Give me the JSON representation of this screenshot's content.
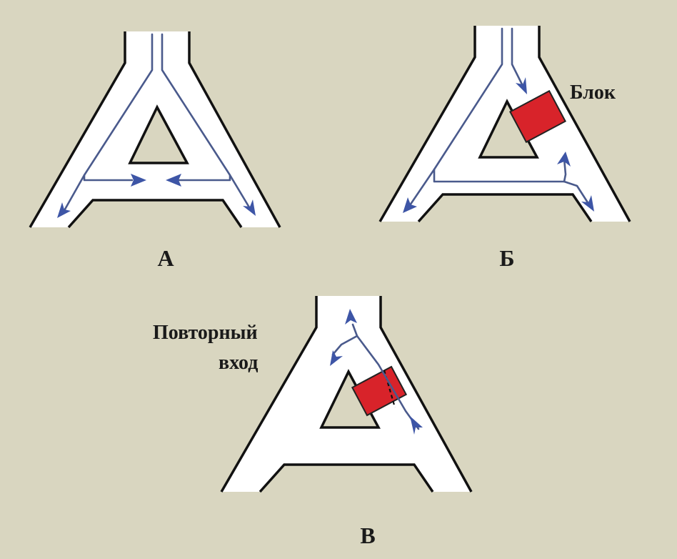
{
  "panels": {
    "a": {
      "label": "А"
    },
    "b": {
      "label": "Б",
      "block_label": "Блок"
    },
    "v": {
      "label": "В",
      "reentry_label_line1": "Повторный",
      "reentry_label_line2": "вход"
    }
  },
  "colors": {
    "background": "#d9d6c0",
    "conduit": "#ffffff",
    "outline": "#111111",
    "arrow": "#3d55a6",
    "block": "#d8232a"
  }
}
